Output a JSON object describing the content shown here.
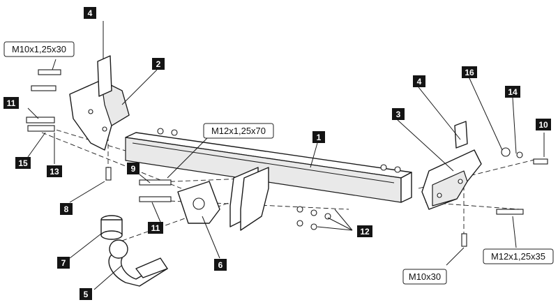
{
  "diagram": {
    "callouts": {
      "c1": "1",
      "c2": "2",
      "c3": "3",
      "c4a": "4",
      "c4b": "4",
      "c5": "5",
      "c6": "6",
      "c7": "7",
      "c8": "8",
      "c9": "9",
      "c10": "10",
      "c11a": "11",
      "c11b": "11",
      "c12": "12",
      "c13": "13",
      "c14": "14",
      "c15": "15",
      "c16": "16"
    },
    "specs": {
      "m10_30_top": "M10x1,25x30",
      "m12_70": "M12x1,25x70",
      "m12_35": "M12x1,25x35",
      "m10_30": "M10x30"
    }
  }
}
